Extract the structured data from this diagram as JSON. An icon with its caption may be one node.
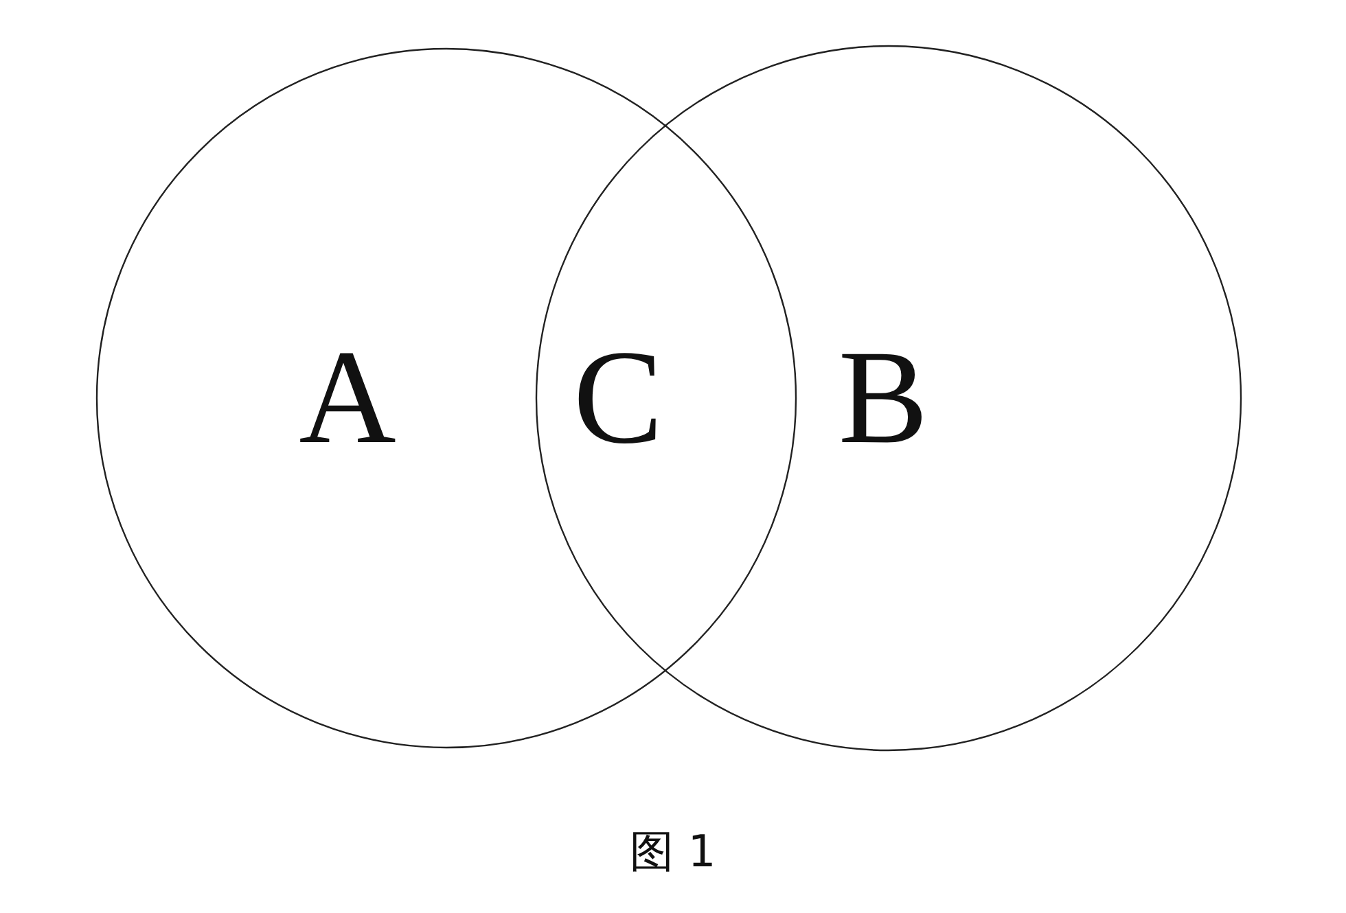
{
  "diagram": {
    "caption": "图 1",
    "nodes": [
      {
        "text": [
          "A"
        ]
      },
      {
        "text": [
          "B"
        ]
      }
    ],
    "labels": [
      "C"
    ]
  }
}
